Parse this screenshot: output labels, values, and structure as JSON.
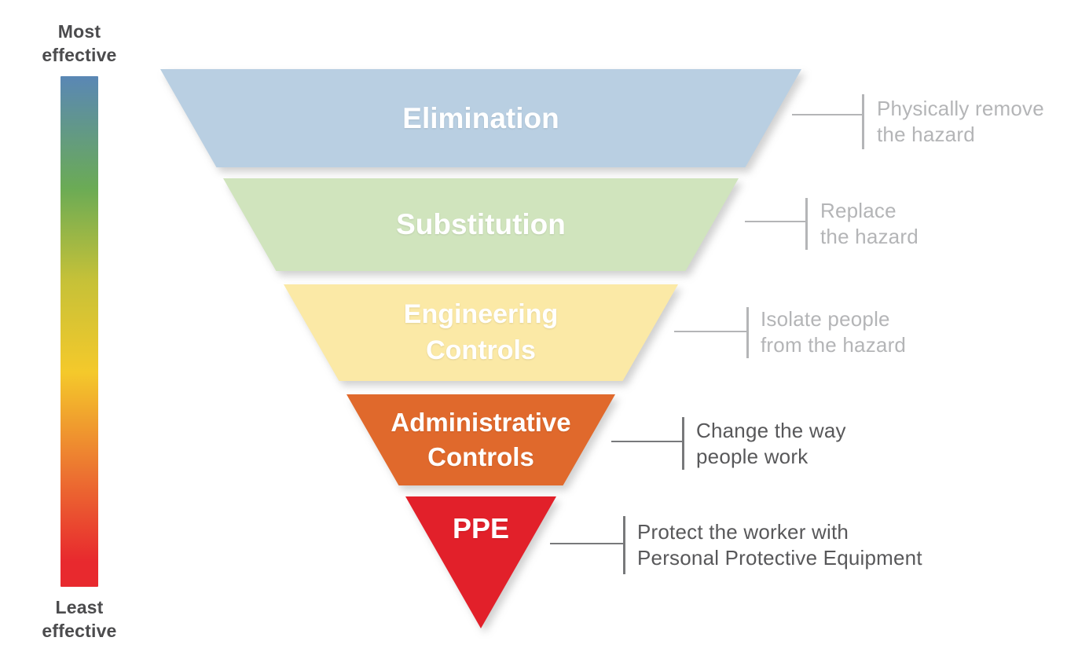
{
  "effectiveness_scale": {
    "top_label": "Most\neffective",
    "bottom_label": "Least\neffective",
    "label_color": "#4b4b4d",
    "gradient_colors": [
      "#5a87b5",
      "#6bab55",
      "#c6c138",
      "#f4c92b",
      "#ec7231",
      "#e8292e"
    ]
  },
  "tiers": [
    {
      "label": "Elimination",
      "color": "#b9cfe2",
      "text_color": "#ffffff",
      "annotation": "Physically remove\nthe hazard",
      "annotation_color": "#b4b5b7",
      "line_color": "#b4b5b7"
    },
    {
      "label": "Substitution",
      "color": "#d0e4bd",
      "text_color": "#ffffff",
      "annotation": "Replace\nthe hazard",
      "annotation_color": "#b4b5b7",
      "line_color": "#b4b5b7"
    },
    {
      "label": "Engineering\nControls",
      "color": "#fbe9a6",
      "text_color": "#ffffff",
      "annotation": "Isolate people\nfrom the hazard",
      "annotation_color": "#b4b5b7",
      "line_color": "#b4b5b7"
    },
    {
      "label": "Administrative\nControls",
      "color": "#e0692c",
      "text_color": "#ffffff",
      "annotation": "Change the way\npeople work",
      "annotation_color": "#58585a",
      "line_color": "#78797b"
    },
    {
      "label": "PPE",
      "color": "#e2202a",
      "text_color": "#ffffff",
      "annotation": "Protect the worker with\nPersonal Protective Equipment",
      "annotation_color": "#58585a",
      "line_color": "#78797b"
    }
  ]
}
